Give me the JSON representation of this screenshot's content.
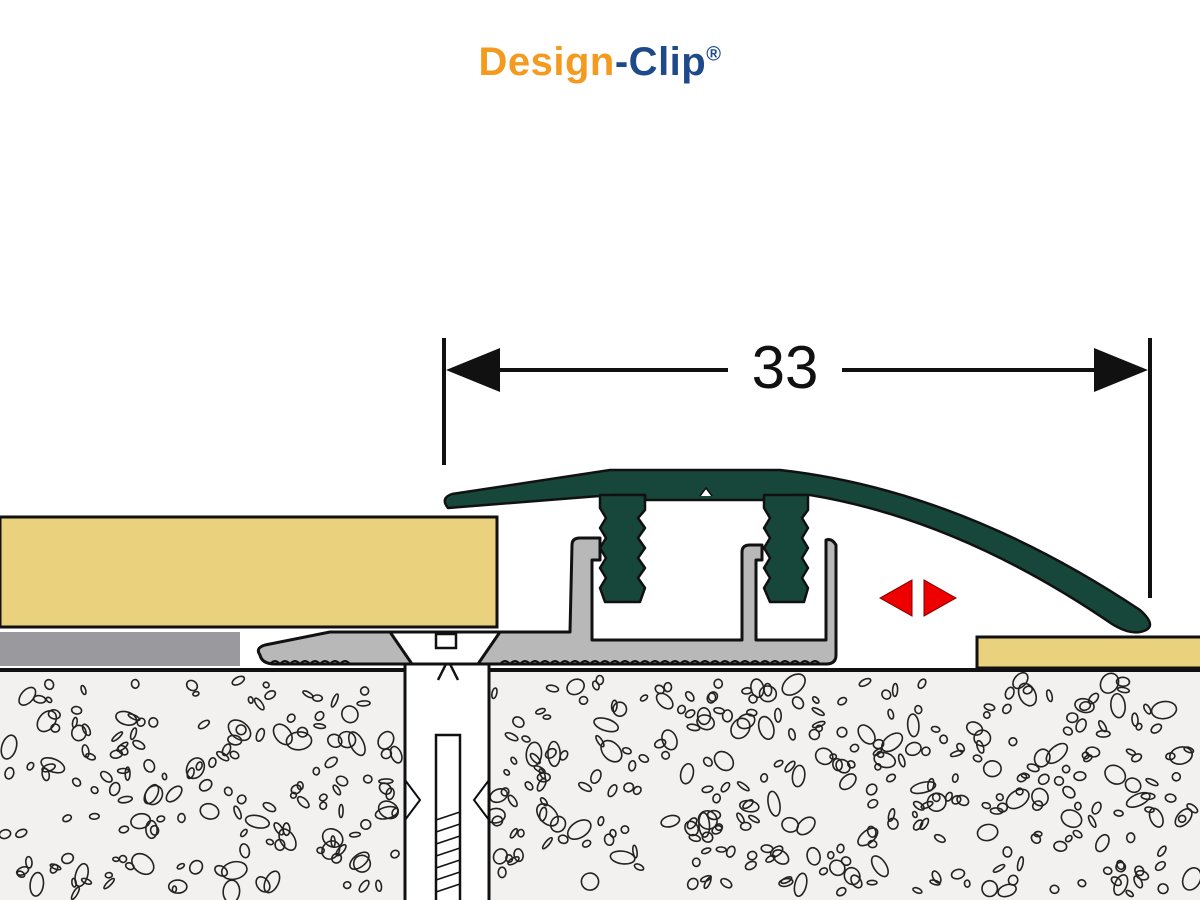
{
  "brand": {
    "part1": "Design",
    "part2": "-Clip",
    "reg": "®",
    "color_primary": "#f39a1f",
    "color_secondary": "#1f4a8a"
  },
  "dimension": {
    "value": "33"
  },
  "colors": {
    "profile_cover": "#17463a",
    "base_profile": "#b8b8b8",
    "floor_board": "#ead17d",
    "underlay": "#9a9a9e",
    "movement_arrows": "#ee0000",
    "concrete_bg": "#f2f1ef",
    "outline": "#111111"
  },
  "icons": {
    "movement": "left-right-arrows-icon"
  }
}
